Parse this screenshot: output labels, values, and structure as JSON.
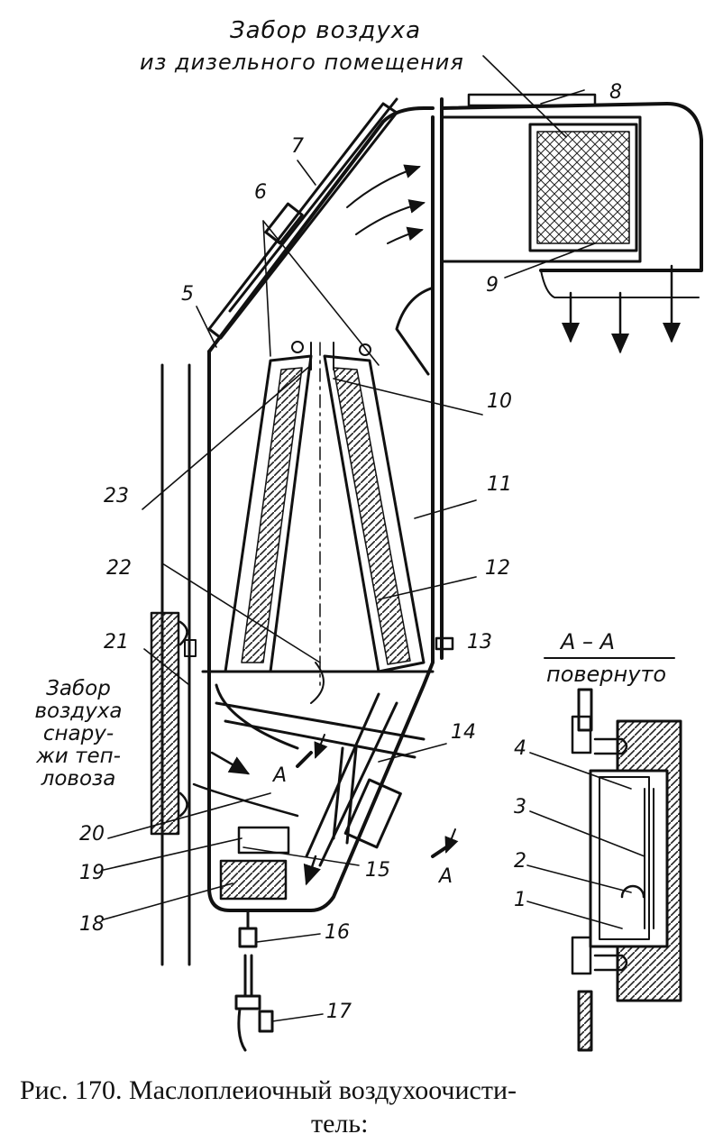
{
  "top_label": {
    "line1": "Забор воздуха",
    "line2": "из дизельного помещения"
  },
  "side_label": {
    "line1": "Забор",
    "line2": "воздуха",
    "line3": "снару-",
    "line4": "жи теп-",
    "line5": "ловоза"
  },
  "section": {
    "title": "А – А",
    "subtitle": "повернуто",
    "marker": "A"
  },
  "callouts": {
    "c1": "1",
    "c2": "2",
    "c3": "3",
    "c4": "4",
    "c5": "5",
    "c6": "6",
    "c7": "7",
    "c8": "8",
    "c9": "9",
    "c10": "10",
    "c11": "11",
    "c12": "12",
    "c13": "13",
    "c14": "14",
    "c15": "15",
    "c16": "16",
    "c17": "17",
    "c18": "18",
    "c19": "19",
    "c20": "20",
    "c21": "21",
    "c22": "22",
    "c23": "23"
  },
  "caption": {
    "line1": "Рис. 170.  Маслоплеиочный  воздухоочисти-",
    "line2": "тель:"
  }
}
